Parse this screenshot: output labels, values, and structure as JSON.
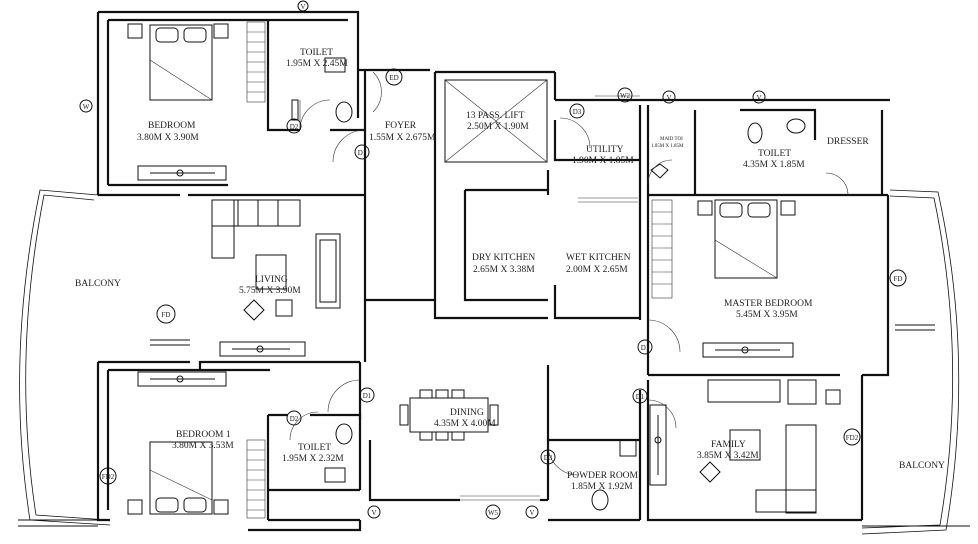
{
  "rooms": {
    "bedroom": {
      "name": "BEDROOM",
      "size": "3.80M X 3.90M"
    },
    "toilet_top": {
      "name": "TOILET",
      "size": "1.95M X 2.45M"
    },
    "foyer": {
      "name": "FOYER",
      "size": "1.55M X 2.675M"
    },
    "lift": {
      "name": "13 PASS. LIFT",
      "size": "2.50M X 1.90M"
    },
    "utility": {
      "name": "UTILITY",
      "size": "1.90M X 1.85M"
    },
    "maid_toilet": {
      "name": "MAID TOI",
      "size": "1.05M X 1.85M"
    },
    "toilet_master": {
      "name": "TOILET",
      "size": "4.35M X 1.85M"
    },
    "dresser": {
      "name": "DRESSER"
    },
    "balcony_left": {
      "name": "BALCONY"
    },
    "living": {
      "name": "LIVING",
      "size": "5.75M X 3.90M"
    },
    "dry_kitchen": {
      "name": "DRY KITCHEN",
      "size": "2.65M X 3.38M"
    },
    "wet_kitchen": {
      "name": "WET KITCHEN",
      "size": "2.00M X 2.65M"
    },
    "master_bedroom": {
      "name": "MASTER BEDROOM",
      "size": "5.45M X 3.95M"
    },
    "bedroom1": {
      "name": "BEDROOM 1",
      "size": "3.80M X 3.53M"
    },
    "toilet_b1": {
      "name": "TOILET",
      "size": "1.95M X 2.32M"
    },
    "dining": {
      "name": "DINING",
      "size": "4.35M X 4.00M"
    },
    "powder_room": {
      "name": "POWDER ROOM",
      "size": "1.85M X 1.92M"
    },
    "family": {
      "name": "FAMILY",
      "size": "3.85M X 3.42M"
    },
    "balcony_right": {
      "name": "BALCONY"
    }
  },
  "markers": {
    "w_left": "W",
    "ed": "ED",
    "d2_top": "D2",
    "d1_top": "D1",
    "d3_util": "D3",
    "w2": "W2",
    "v1": "V",
    "v2": "V",
    "v_top": "V",
    "fd_left": "FD",
    "fd_right": "FD",
    "d1_master": "D1",
    "d1_family": "D1",
    "d1_b1": "D1",
    "d2_b1": "D2",
    "d3_powder": "D3",
    "fd2_left": "FD2",
    "fd2_right": "FD2",
    "v_bottom": "V",
    "w5": "W5",
    "v_bottom2": "V"
  }
}
